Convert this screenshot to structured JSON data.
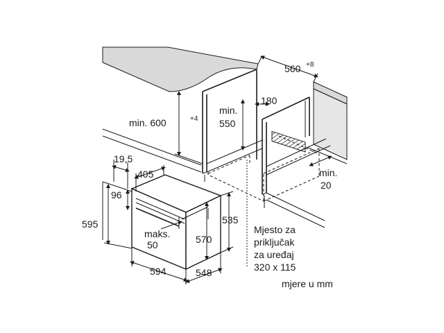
{
  "labels": {
    "depth_top": "560",
    "depth_top_sup": "+8",
    "min_height": "min. 600",
    "min_height_sup": "+4",
    "min_550_a": "min.",
    "min_550_b": "550",
    "dim_180": "180",
    "min_20_a": "min.",
    "min_20_b": "20",
    "dim_19_5": "19,5",
    "dim_405": "405",
    "dim_96": "96",
    "dim_595": "595",
    "maks_a": "maks.",
    "maks_b": "50",
    "dim_570": "570",
    "dim_535": "535",
    "dim_594": "594",
    "dim_548": "548",
    "conn_1": "Mjesto za",
    "conn_2": "priključak",
    "conn_3": "za uređaj",
    "conn_4": "320 x 115",
    "units": "mjere u mm"
  }
}
